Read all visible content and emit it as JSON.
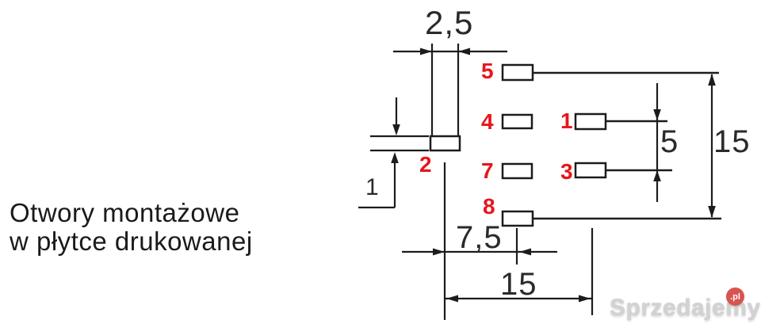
{
  "caption": {
    "line1": "Otwory montażowe",
    "line2": "w płytce drukowanej"
  },
  "dimensions": {
    "slot_width": "2,5",
    "hole_height": "1",
    "row_pitch": "5",
    "row_span": "15",
    "col_offset": "7,5",
    "col_span": "15"
  },
  "pads": {
    "pad1": "1",
    "pad2": "2",
    "pad3": "3",
    "pad4": "4",
    "pad5": "5",
    "pad7": "7",
    "pad8": "8"
  },
  "watermark": {
    "brand": "Sprzedajemy",
    "badge": ".pl"
  },
  "colors": {
    "line": "#1c1c1c",
    "dim_text": "#2a2a2a",
    "pad_label": "#e8151a",
    "watermark_text": "#d2d2d2",
    "watermark_badge": "#d9534f"
  }
}
